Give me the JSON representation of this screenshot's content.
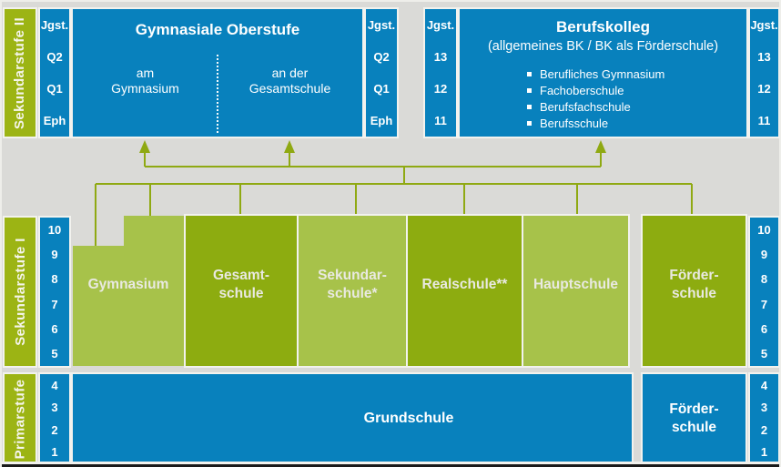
{
  "palette": {
    "blue": "#0881bd",
    "green_dark": "#8dac10",
    "green_light": "#a7c24a",
    "green_bar": "#9cb414",
    "background": "#dadad7",
    "separator": "#f2f2ee",
    "arrow_line": "#8fa912",
    "footer": "#1a1a1a"
  },
  "stages": {
    "sek2": "Sekundarstufe II",
    "sek1": "Sekundarstufe I",
    "primar": "Primarstufe"
  },
  "jgst_header": "Jgst.",
  "oberstufe": {
    "title": "Gymnasiale Oberstufe",
    "col1": {
      "line1": "am",
      "line2": "Gymnasium"
    },
    "col2": {
      "line1": "an der",
      "line2": "Gesamtschule"
    },
    "levels": [
      "Q2",
      "Q1",
      "Eph"
    ]
  },
  "berufskolleg": {
    "title": "Berufskolleg",
    "subtitle": "(allgemeines BK / BK als Förderschule)",
    "items": [
      "Berufliches Gymnasium",
      "Fachoberschule",
      "Berufsfachschule",
      "Berufsschule"
    ],
    "levels": [
      "13",
      "12",
      "11"
    ]
  },
  "sek1": {
    "levels": [
      "10",
      "9",
      "8",
      "7",
      "6",
      "5"
    ],
    "schools": {
      "gymnasium": "Gymnasium",
      "gesamtschule": {
        "line1": "Gesamt-",
        "line2": "schule"
      },
      "sekundarschule": {
        "line1": "Sekundar-",
        "line2": "schule*"
      },
      "realschule": "Realschule**",
      "hauptschule": "Hauptschule",
      "foerderschule": {
        "line1": "Förder-",
        "line2": "schule"
      }
    }
  },
  "primar": {
    "levels": [
      "4",
      "3",
      "2",
      "1"
    ],
    "grundschule": "Grundschule",
    "foerderschule": {
      "line1": "Förder-",
      "line2": "schule"
    }
  }
}
